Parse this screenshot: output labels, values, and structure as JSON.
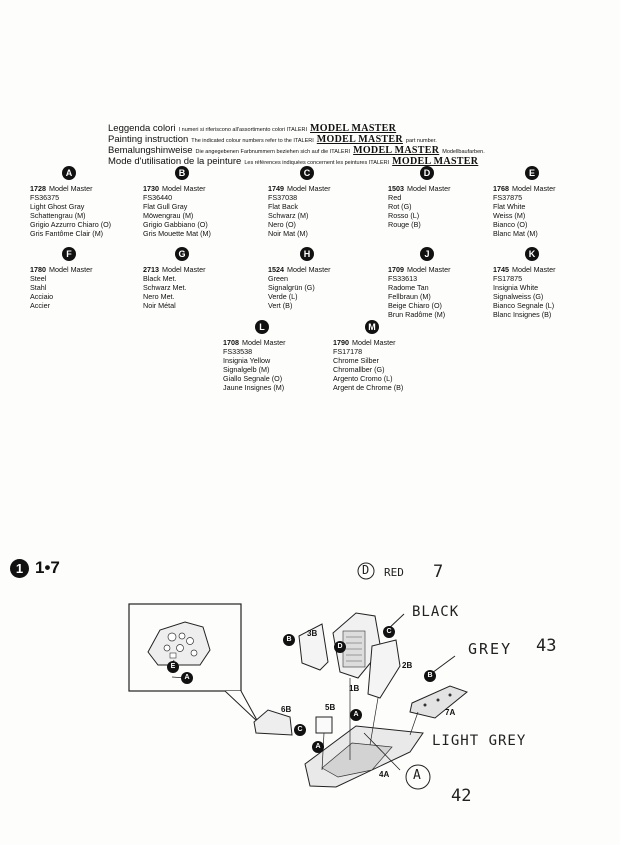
{
  "legend": {
    "lines": [
      {
        "title": "Leggenda colori",
        "note": "I numeri si riferiscono all'assortimento colori  ITALERI",
        "brand": "MODEL MASTER",
        "suffix": ""
      },
      {
        "title": "Painting instruction",
        "note": "The indicated colour numbers refer to the ITALERI",
        "brand": "MODEL MASTER",
        "suffix": "part number."
      },
      {
        "title": "Bemalungshinweise",
        "note": "Die angegebenen Farbnummern beziehen sich auf die ITALERI",
        "brand": "MODEL MASTER",
        "suffix": "Modellbaufarben."
      },
      {
        "title": "Mode d'utilisation de la peinture",
        "note": "Les références indiquées concernent les peintures ITALERI",
        "brand": "MODEL MASTER",
        "suffix": ""
      }
    ]
  },
  "colors": [
    {
      "letter": "A",
      "code": "1728",
      "brand": "Model Master",
      "lines": [
        "FS36375",
        "Light Ghost Gray",
        "Schattengrau (M)",
        "Grigio Azzurro Chiaro (O)",
        "Gris Fantôme Clair (M)"
      ]
    },
    {
      "letter": "B",
      "code": "1730",
      "brand": "Model Master",
      "lines": [
        "FS36440",
        "Flat Gull Gray",
        "Möwengrau (M)",
        "Grigio Gabbiano (O)",
        "Gris Mouette Mat (M)"
      ]
    },
    {
      "letter": "C",
      "code": "1749",
      "brand": "Model Master",
      "lines": [
        "FS37038",
        "Flat Back",
        "Schwarz (M)",
        "Nero (O)",
        "Noir Mat (M)"
      ]
    },
    {
      "letter": "D",
      "code": "1503",
      "brand": "Model Master",
      "lines": [
        "Red",
        "Rot (G)",
        "Rosso (L)",
        "Rouge (B)"
      ]
    },
    {
      "letter": "E",
      "code": "1768",
      "brand": "Model Master",
      "lines": [
        "FS37875",
        "Flat White",
        "Weiss (M)",
        "Bianco (O)",
        "Blanc Mat (M)"
      ]
    },
    {
      "letter": "F",
      "code": "1780",
      "brand": "Model Master",
      "lines": [
        "Steel",
        "Stahl",
        "Acciaio",
        "Accier"
      ]
    },
    {
      "letter": "G",
      "code": "2713",
      "brand": "Model Master",
      "lines": [
        "Black Met.",
        "Schwarz Met.",
        "Nero Met.",
        "Noir Métal"
      ]
    },
    {
      "letter": "H",
      "code": "1524",
      "brand": "Model Master",
      "lines": [
        "Green",
        "Signalgrün (G)",
        "Verde (L)",
        "Vert (B)"
      ]
    },
    {
      "letter": "J",
      "code": "1709",
      "brand": "Model Master",
      "lines": [
        "FS33613",
        "Radome Tan",
        "Fellbraun (M)",
        "Beige Chiaro (O)",
        "Brun Radôme (M)"
      ]
    },
    {
      "letter": "K",
      "code": "1745",
      "brand": "Model Master",
      "lines": [
        "FS17875",
        "Insignia White",
        "Signalweiss (G)",
        "Bianco Segnale (L)",
        "Blanc Insignes (B)"
      ]
    },
    {
      "letter": "L",
      "code": "1708",
      "brand": "Model Master",
      "lines": [
        "FS33538",
        "Insignia Yellow",
        "Signalgelb (M)",
        "Giallo Segnale (O)",
        "Jaune Insignes (M)"
      ]
    },
    {
      "letter": "M",
      "code": "1790",
      "brand": "Model Master",
      "lines": [
        "FS17178",
        "Chrome Silber",
        "Chromallber (G)",
        "Argento Cromo (L)",
        "Argent de Chrome (B)"
      ]
    }
  ],
  "step": {
    "number": "1",
    "parts": "1•7",
    "part_labels": [
      "3B",
      "1B",
      "2B",
      "7A",
      "6B",
      "5B",
      "4A"
    ],
    "callouts": [
      "B",
      "D",
      "C",
      "B",
      "C",
      "A",
      "A",
      "E",
      "A"
    ],
    "handwritten": {
      "red_letter": "D",
      "red_note": "RED",
      "red_num": "7",
      "black_note": "BLACK",
      "grey_note": "GREY",
      "grey_num": "43",
      "light_grey_note": "LIGHT GREY",
      "a_letter": "A",
      "a_num": "42"
    }
  }
}
